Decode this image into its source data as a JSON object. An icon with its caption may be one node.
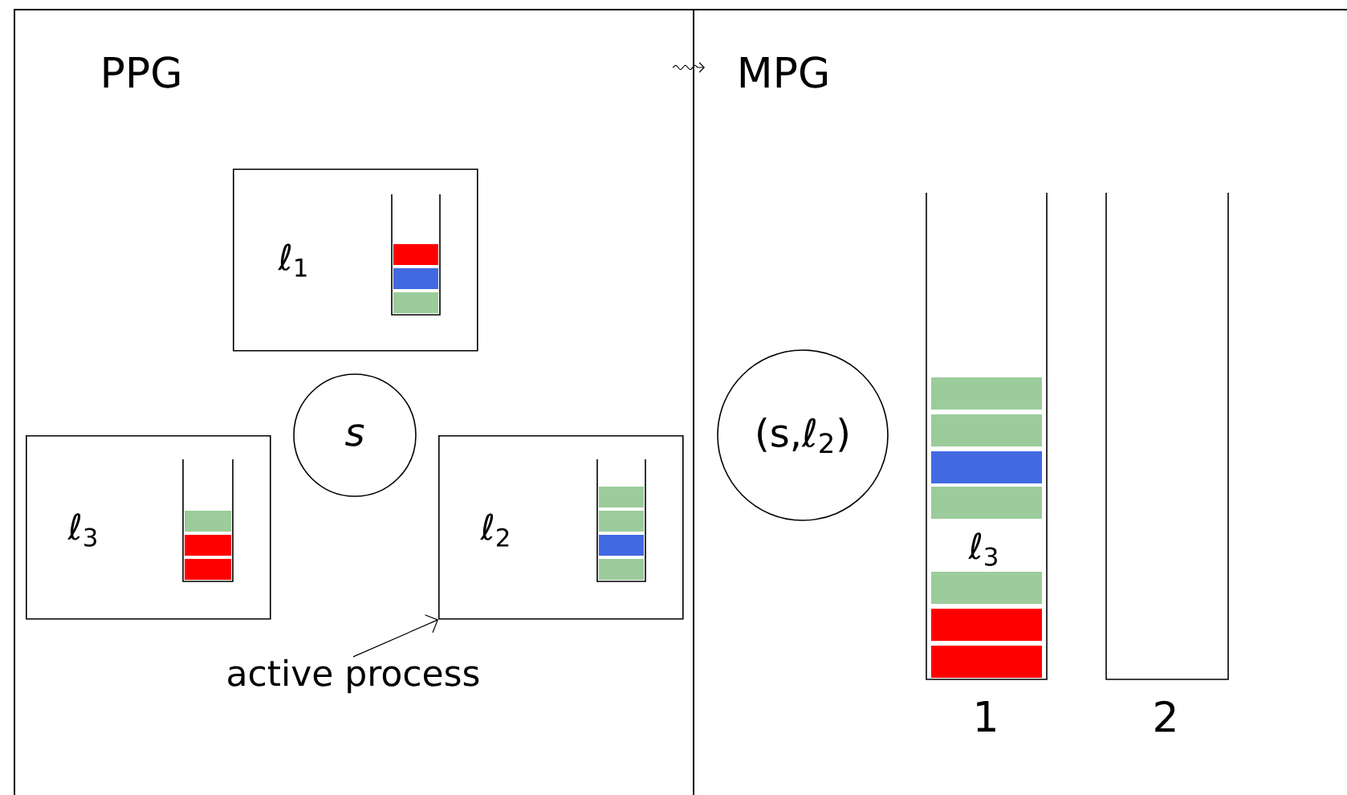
{
  "diagram": {
    "nodes": [
      {
        "text": [
          "PPG"
        ]
      },
      {
        "text": [
          "ℓ$_{1}$"
        ],
        "in": 0
      },
      {
        "text": [
          "s"
        ],
        "in": 0
      },
      {
        "text": [
          "ℓ$_{3}$"
        ],
        "in": 0
      },
      {
        "text": [
          "ℓ$_{2}$"
        ],
        "in": 0
      },
      {
        "text": [
          "active process"
        ],
        "in": 0
      },
      {
        "text": [
          "MPG"
        ]
      },
      {
        "text": [
          "(s,ℓ$_{2}$)"
        ],
        "in": 6
      },
      {
        "text": [
          "ℓ$_{3}$",
          "1"
        ],
        "in": 6
      },
      {
        "text": [
          "2"
        ],
        "in": 6
      }
    ],
    "edges": [
      {
        "from": 5,
        "to": 4,
        "arrow": "to"
      }
    ]
  }
}
